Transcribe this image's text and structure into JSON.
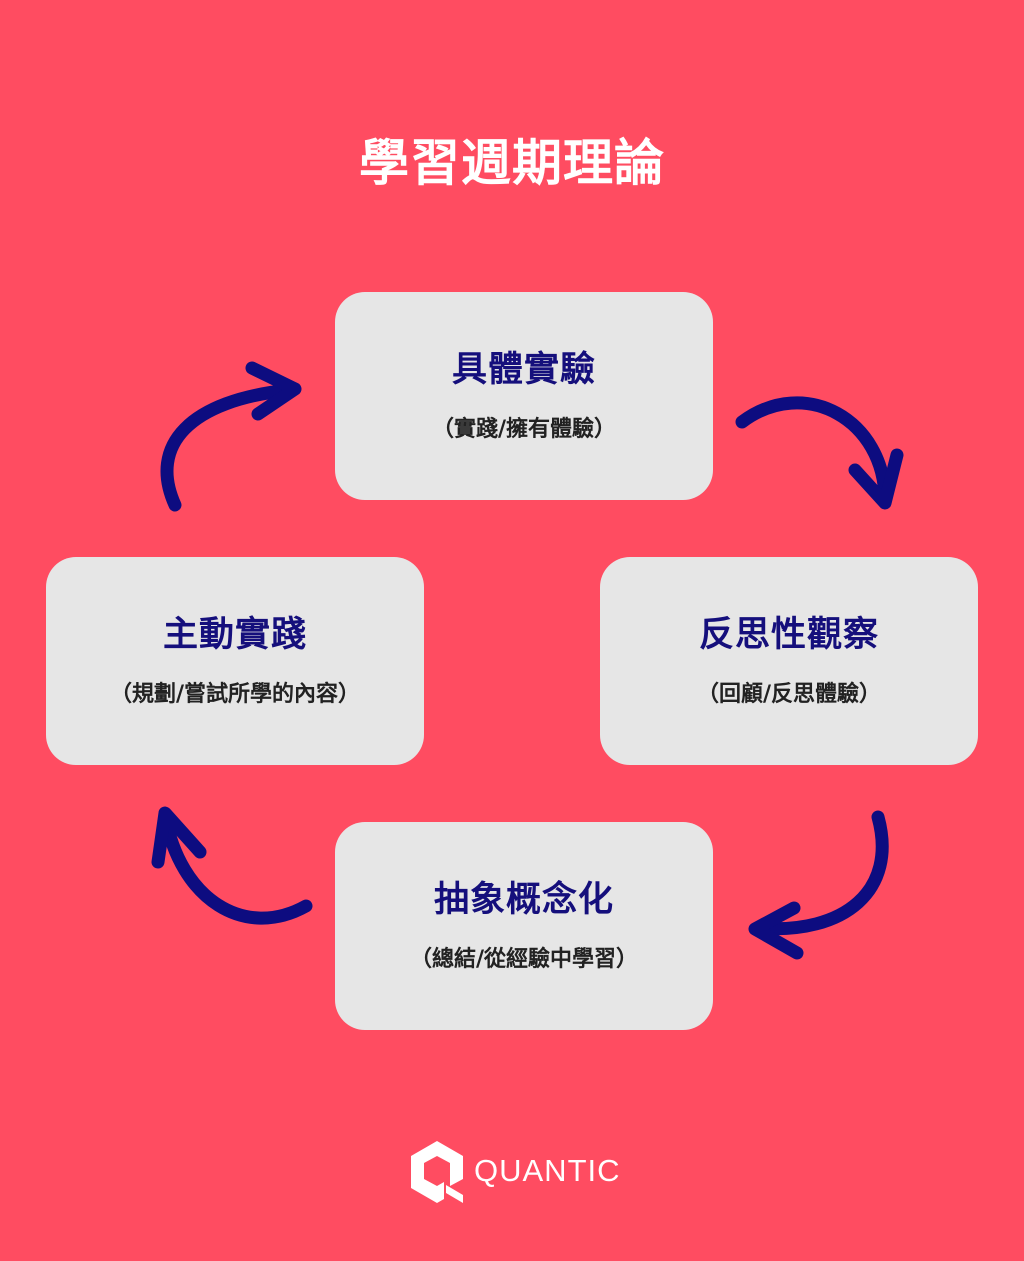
{
  "title": "學習週期理論",
  "stages": {
    "top": {
      "title": "具體實驗",
      "subtitle": "（實踐/擁有體驗）"
    },
    "right": {
      "title": "反思性觀察",
      "subtitle": "（回顧/反思體驗）"
    },
    "bottom": {
      "title": "抽象概念化",
      "subtitle": "（總結/從經驗中學習）"
    },
    "left": {
      "title": "主動實踐",
      "subtitle": "（規劃/嘗試所學的內容）"
    }
  },
  "logo": {
    "text": "QUANTIC",
    "icon": "quantic-logo-icon"
  },
  "colors": {
    "background": "#ff4c61",
    "box": "#e6e6e6",
    "heading": "#150f7c",
    "arrow": "#0d0c80"
  },
  "icons": [
    "curved-arrow-icon"
  ]
}
